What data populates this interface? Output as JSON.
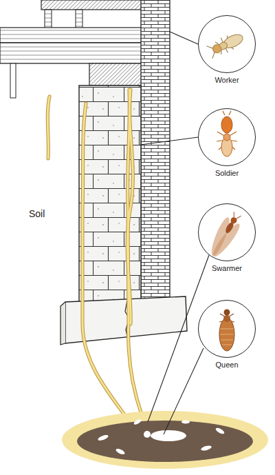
{
  "diagram": {
    "nodes": [
      {
        "text": [
          "Worker"
        ]
      },
      {
        "text": [
          "Soldier"
        ]
      },
      {
        "text": [
          "Swarmer"
        ]
      },
      {
        "text": [
          "Queen"
        ]
      }
    ],
    "labels": [
      "Soil"
    ]
  }
}
